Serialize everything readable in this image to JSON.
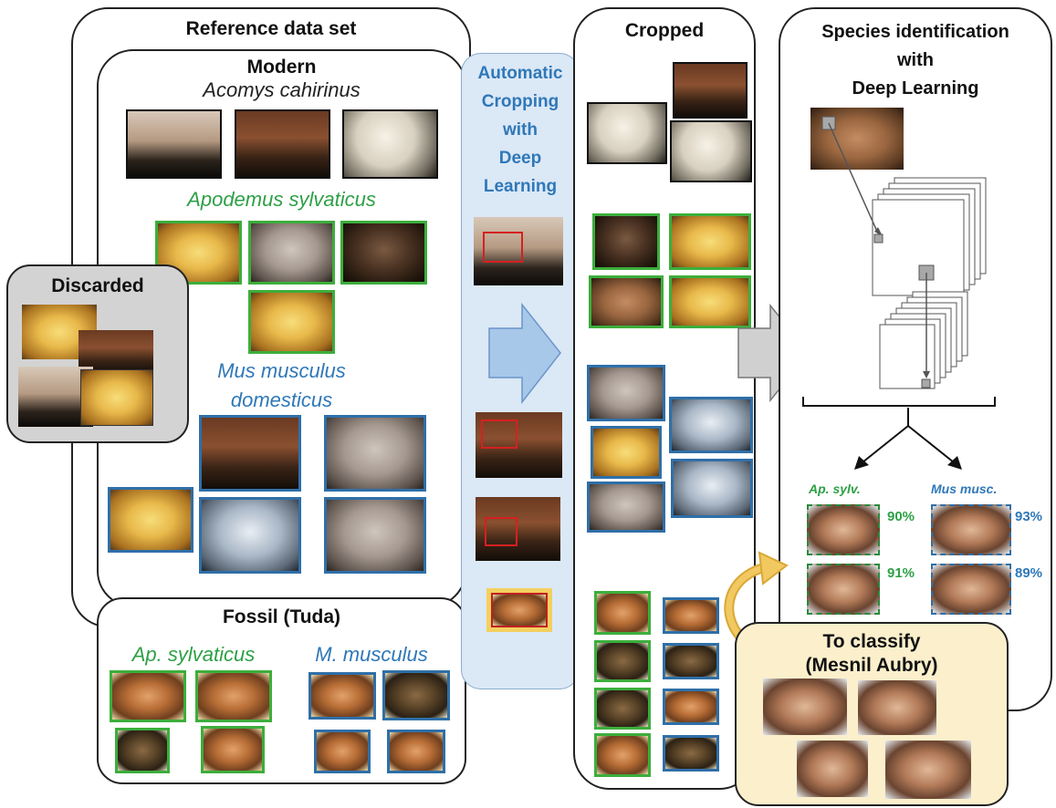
{
  "reference_panel": {
    "title": "Reference data set",
    "modern_title": "Modern",
    "species_acomys": "Acomys cahirinus",
    "species_apodemus": "Apodemus sylvaticus",
    "species_mus_line1": "Mus musculus",
    "species_mus_line2": "domesticus"
  },
  "fossil_panel": {
    "title": "Fossil (Tuda)",
    "species_ap": "Ap. sylvaticus",
    "species_mus": "M. musculus"
  },
  "discarded_panel": {
    "title": "Discarded"
  },
  "cropping_panel": {
    "line1": "Automatic",
    "line2": "Cropping",
    "line3": "with",
    "line4": "Deep",
    "line5": "Learning"
  },
  "cropped_panel": {
    "title": "Cropped"
  },
  "species_panel": {
    "line1": "Species identification",
    "line2": "with",
    "line3": "Deep Learning",
    "label_ap": "Ap. sylv.",
    "label_mus": "Mus musc.",
    "pct_ap_1": "90%",
    "pct_ap_2": "91%",
    "pct_mus_1": "93%",
    "pct_mus_2": "89%"
  },
  "classify_panel": {
    "line1": "To classify",
    "line2": "(Mesnil Aubry)"
  },
  "colors": {
    "apodemus": "#2ea046",
    "mus": "#2f78b8",
    "crop_panel_bg": "#dbe8f6",
    "discarded_bg": "#d3d3d3",
    "classify_bg": "#fbefcc",
    "arrow_blue": "#a8c8ea",
    "arrow_grey": "#d0d0d0",
    "curved_arrow": "#e8b84a"
  }
}
